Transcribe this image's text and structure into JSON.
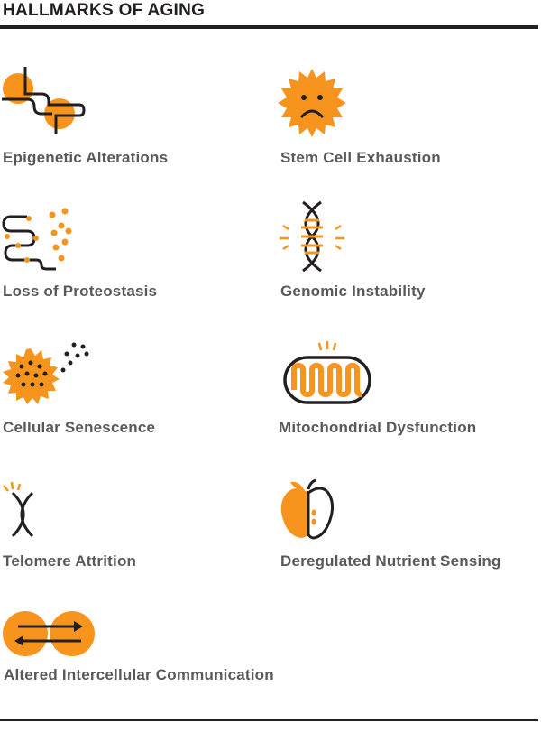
{
  "title": "HALLMARKS OF AGING",
  "colors": {
    "accent": "#f7941d",
    "ink": "#231f20",
    "label": "#58595b"
  },
  "hallmarks": [
    {
      "label": "Epigenetic Alterations",
      "icon": "epigenetic-dna-icon"
    },
    {
      "label": "Stem Cell Exhaustion",
      "icon": "sad-cell-icon"
    },
    {
      "label": "Loss of Proteostasis",
      "icon": "protein-chain-icon"
    },
    {
      "label": "Genomic Instability",
      "icon": "dna-helix-icon"
    },
    {
      "label": "Cellular Senescence",
      "icon": "spiky-cell-icon"
    },
    {
      "label": "Mitochondrial Dysfunction",
      "icon": "mitochondria-icon"
    },
    {
      "label": "Telomere Attrition",
      "icon": "telomere-icon"
    },
    {
      "label": "Deregulated Nutrient Sensing",
      "icon": "apple-icon"
    },
    {
      "label": "Altered Intercellular Communication",
      "icon": "exchange-arrows-icon"
    }
  ]
}
